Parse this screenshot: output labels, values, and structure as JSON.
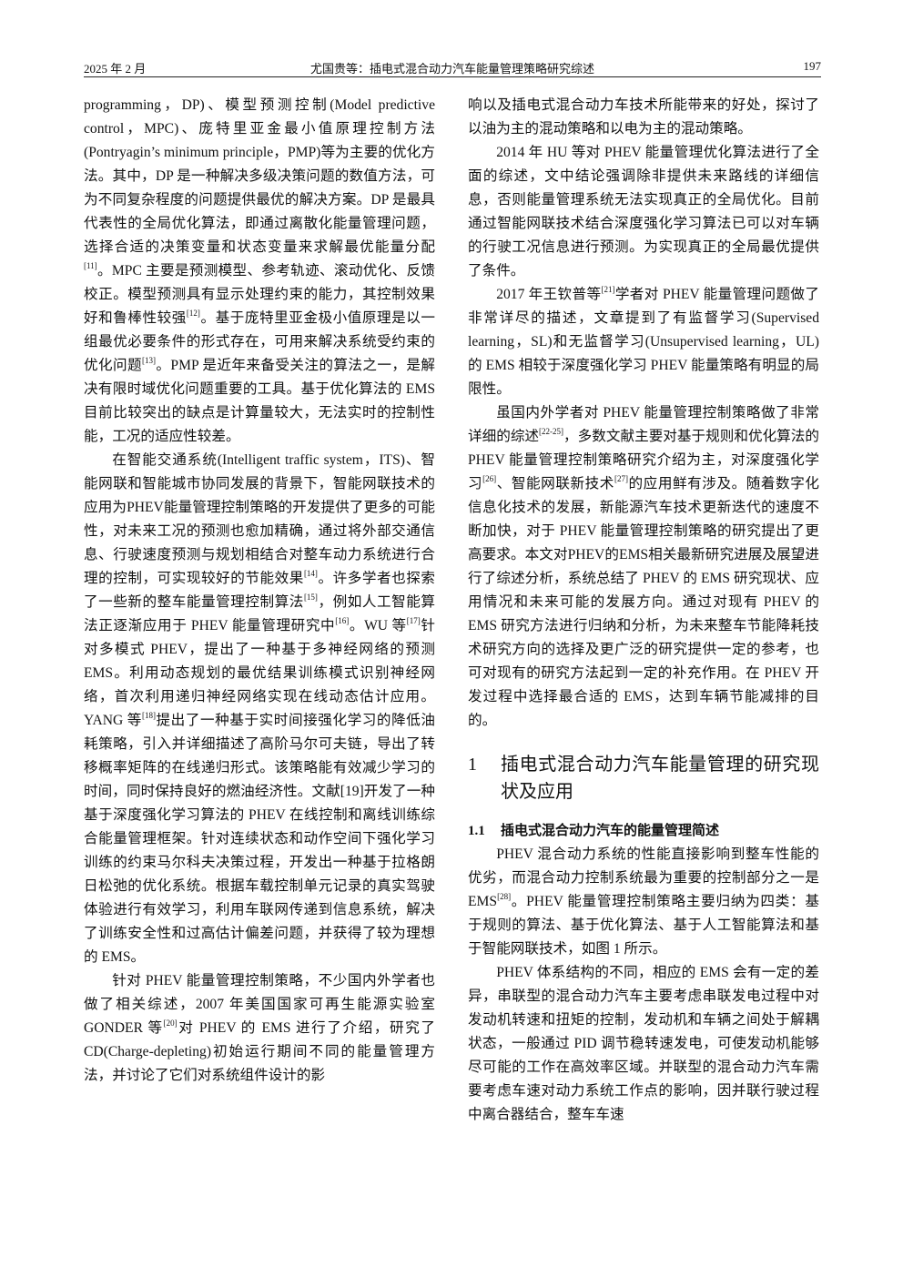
{
  "header": {
    "date": "2025 年 2 月",
    "title": "尤国贵等：插电式混合动力汽车能量管理策略研究综述",
    "page": "197"
  },
  "left": [
    {
      "cont": true,
      "segs": [
        "programming，DP)、模型预测控制(Model predictive control，MPC)、庞特里亚金最小值原理控制方法(Pontryagin’s minimum principle，PMP)等为主要的优化方法。其中，DP 是一种解决多级决策问题的数值方法，可为不同复杂程度的问题提供最优的解决方案。DP 是最具代表性的全局优化算法，即通过离散化能量管理问题，选择合适的决策变量和状态变量来求解最优能量分配",
        {
          "sup": "[11]"
        },
        "。MPC 主要是预测模型、参考轨迹、滚动优化、反馈校正。模型预测具有显示处理约束的能力，其控制效果好和鲁棒性较强",
        {
          "sup": "[12]"
        },
        "。基于庞特里亚金极小值原理是以一组最优必要条件的形式存在，可用来解决系统受约束的优化问题",
        {
          "sup": "[13]"
        },
        "。PMP 是近年来备受关注的算法之一，是解决有限时域优化问题重要的工具。基于优化算法的 EMS 目前比较突出的缺点是计算量较大，无法实时的控制性能，工况的适应性较差。"
      ]
    },
    {
      "segs": [
        "在智能交通系统(Intelligent traffic system，ITS)、智能网联和智能城市协同发展的背景下，智能网联技术的应用为PHEV能量管理控制策略的开发提供了更多的可能性，对未来工况的预测也愈加精确，通过将外部交通信息、行驶速度预测与规划相结合对整车动力系统进行合理的控制，可实现较好的节能效果",
        {
          "sup": "[14]"
        },
        "。许多学者也探索了一些新的整车能量管理控制算法",
        {
          "sup": "[15]"
        },
        "，例如人工智能算法正逐渐应用于 PHEV 能量管理研究中",
        {
          "sup": "[16]"
        },
        "。WU 等",
        {
          "sup": "[17]"
        },
        "针对多模式 PHEV，提出了一种基于多神经网络的预测 EMS。利用动态规划的最优结果训练模式识别神经网络，首次利用递归神经网络实现在线动态估计应用。YANG 等",
        {
          "sup": "[18]"
        },
        "提出了一种基于实时间接强化学习的降低油耗策略，引入并详细描述了高阶马尔可夫链，导出了转移概率矩阵的在线递归形式。该策略能有效减少学习的时间，同时保持良好的燃油经济性。文献[19]开发了一种基于深度强化学习算法的 PHEV 在线控制和离线训练综合能量管理框架。针对连续状态和动作空间下强化学习训练的约束马尔科夫决策过程，开发出一种基于拉格朗日松弛的优化系统。根据车载控制单元记录的真实驾驶体验进行有效学习，利用车联网传递到信息系统，解决了训练安全性和过高估计偏差问题，并获得了较为理想的 EMS。"
      ]
    },
    {
      "segs": [
        "针对 PHEV 能量管理控制策略，不少国内外学者也做了相关综述，2007 年美国国家可再生能源实验室 GONDER 等",
        {
          "sup": "[20]"
        },
        "对 PHEV 的 EMS 进行了介绍，研究了 CD(Charge-depleting)初始运行期间不同的能量管理方法，并讨论了它们对系统组件设计的影"
      ]
    }
  ],
  "right": [
    {
      "cont": true,
      "segs": [
        "响以及插电式混合动力车技术所能带来的好处，探讨了以油为主的混动策略和以电为主的混动策略。"
      ]
    },
    {
      "segs": [
        "2014 年 HU 等对 PHEV 能量管理优化算法进行了全面的综述，文中结论强调除非提供未来路线的详细信息，否则能量管理系统无法实现真正的全局优化。目前通过智能网联技术结合深度强化学习算法已可以对车辆的行驶工况信息进行预测。为实现真正的全局最优提供了条件。"
      ]
    },
    {
      "segs": [
        "2017 年王钦普等",
        {
          "sup": "[21]"
        },
        "学者对 PHEV 能量管理问题做了非常详尽的描述，文章提到了有监督学习(Supervised learning，SL)和无监督学习(Unsupervised learning，UL)的 EMS 相较于深度强化学习 PHEV 能量策略有明显的局限性。"
      ]
    },
    {
      "segs": [
        "虽国内外学者对 PHEV 能量管理控制策略做了非常详细的综述",
        {
          "sup": "[22-25]"
        },
        "，多数文献主要对基于规则和优化算法的 PHEV 能量管理控制策略研究介绍为主，对深度强化学习",
        {
          "sup": "[26]"
        },
        "、智能网联新技术",
        {
          "sup": "[27]"
        },
        "的应用鲜有涉及。随着数字化信息化技术的发展，新能源汽车技术更新迭代的速度不断加快，对于 PHEV 能量管理控制策略的研究提出了更高要求。本文对PHEV的EMS相关最新研究进展及展望进行了综述分析，系统总结了 PHEV 的 EMS 研究现状、应用情况和未来可能的发展方向。通过对现有 PHEV 的EMS 研究方法进行归纳和分析，为未来整车节能降耗技术研究方向的选择及更广泛的研究提供一定的参考，也可对现有的研究方法起到一定的补充作用。在 PHEV 开发过程中选择最合适的 EMS，达到车辆节能减排的目的。"
      ]
    }
  ],
  "section": {
    "num": "1",
    "title": "插电式混合动力汽车能量管理的研究现状及应用"
  },
  "subsection": {
    "num": "1.1",
    "title": "插电式混合动力汽车的能量管理简述"
  },
  "right2": [
    {
      "segs": [
        "PHEV 混合动力系统的性能直接影响到整车性能的优劣，而混合动力控制系统最为重要的控制部分之一是 EMS",
        {
          "sup": "[28]"
        },
        "。PHEV 能量管理控制策略主要归纳为四类：基于规则的算法、基于优化算法、基于人工智能算法和基于智能网联技术，如图 1 所示。"
      ]
    },
    {
      "segs": [
        "PHEV 体系结构的不同，相应的 EMS 会有一定的差异，串联型的混合动力汽车主要考虑串联发电过程中对发动机转速和扭矩的控制，发动机和车辆之间处于解耦状态，一般通过 PID 调节稳转速发电，可使发动机能够尽可能的工作在高效率区域。并联型的混合动力汽车需要考虑车速对动力系统工作点的影响，因并联行驶过程中离合器结合，整车车速"
      ]
    }
  ]
}
